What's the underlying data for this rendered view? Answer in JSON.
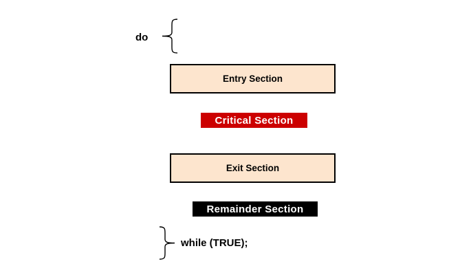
{
  "loop": {
    "do_label": "do",
    "while_label": "while (TRUE);"
  },
  "sections": {
    "entry": {
      "label": "Entry Section"
    },
    "critical": {
      "label": "Critical Section"
    },
    "exit": {
      "label": "Exit Section"
    },
    "remainder": {
      "label": "Remainder Section"
    }
  },
  "colors": {
    "background": "#FFFFFF",
    "label_text": "#000000",
    "section_box_fill": "#FDE5CE",
    "section_box_border": "#000000",
    "critical_bg": "#CC0000",
    "critical_text": "#FFFFFF",
    "remainder_bg": "#000000",
    "remainder_text": "#FFFFFF"
  }
}
